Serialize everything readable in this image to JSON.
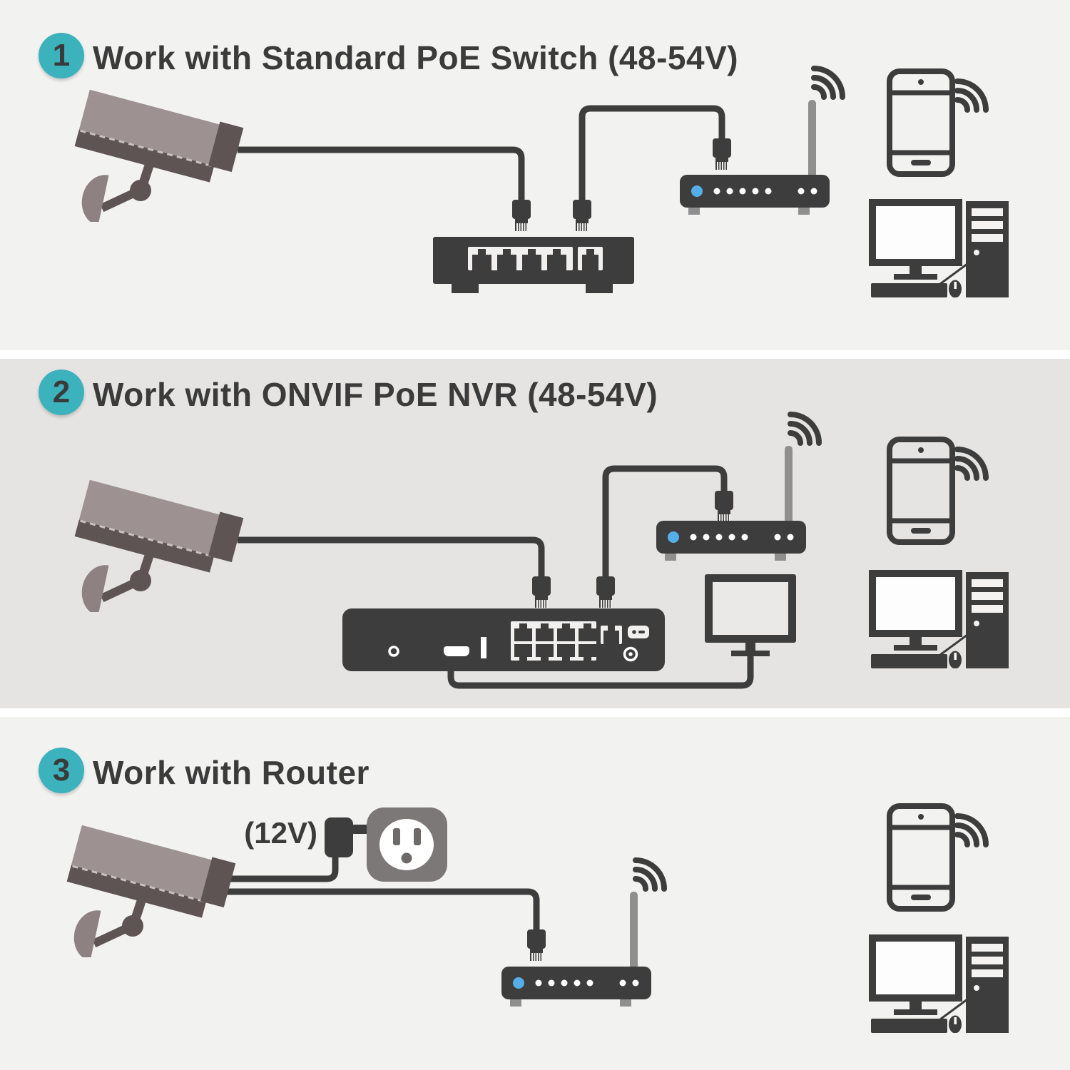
{
  "colors": {
    "section_bg_light": "#f2f2f1",
    "section_bg_dark": "#e5e4e3",
    "device_dark": "#3d3d3d",
    "badge_teal": "#3cb2bc",
    "led_blue": "#55aee8",
    "camera_body_light": "#9e9191",
    "camera_body_dark": "#5f5454",
    "camera_mount_base": "#8e8181",
    "antenna_gray": "#8f8f8f",
    "outlet_gray": "#7d7878"
  },
  "sections": [
    {
      "number": "1",
      "title": "Work with Standard PoE Switch (48-54V)"
    },
    {
      "number": "2",
      "title": "Work with ONVIF PoE NVR (48-54V)"
    },
    {
      "number": "3",
      "title": "Work with Router",
      "power_label": "(12V)"
    }
  ]
}
